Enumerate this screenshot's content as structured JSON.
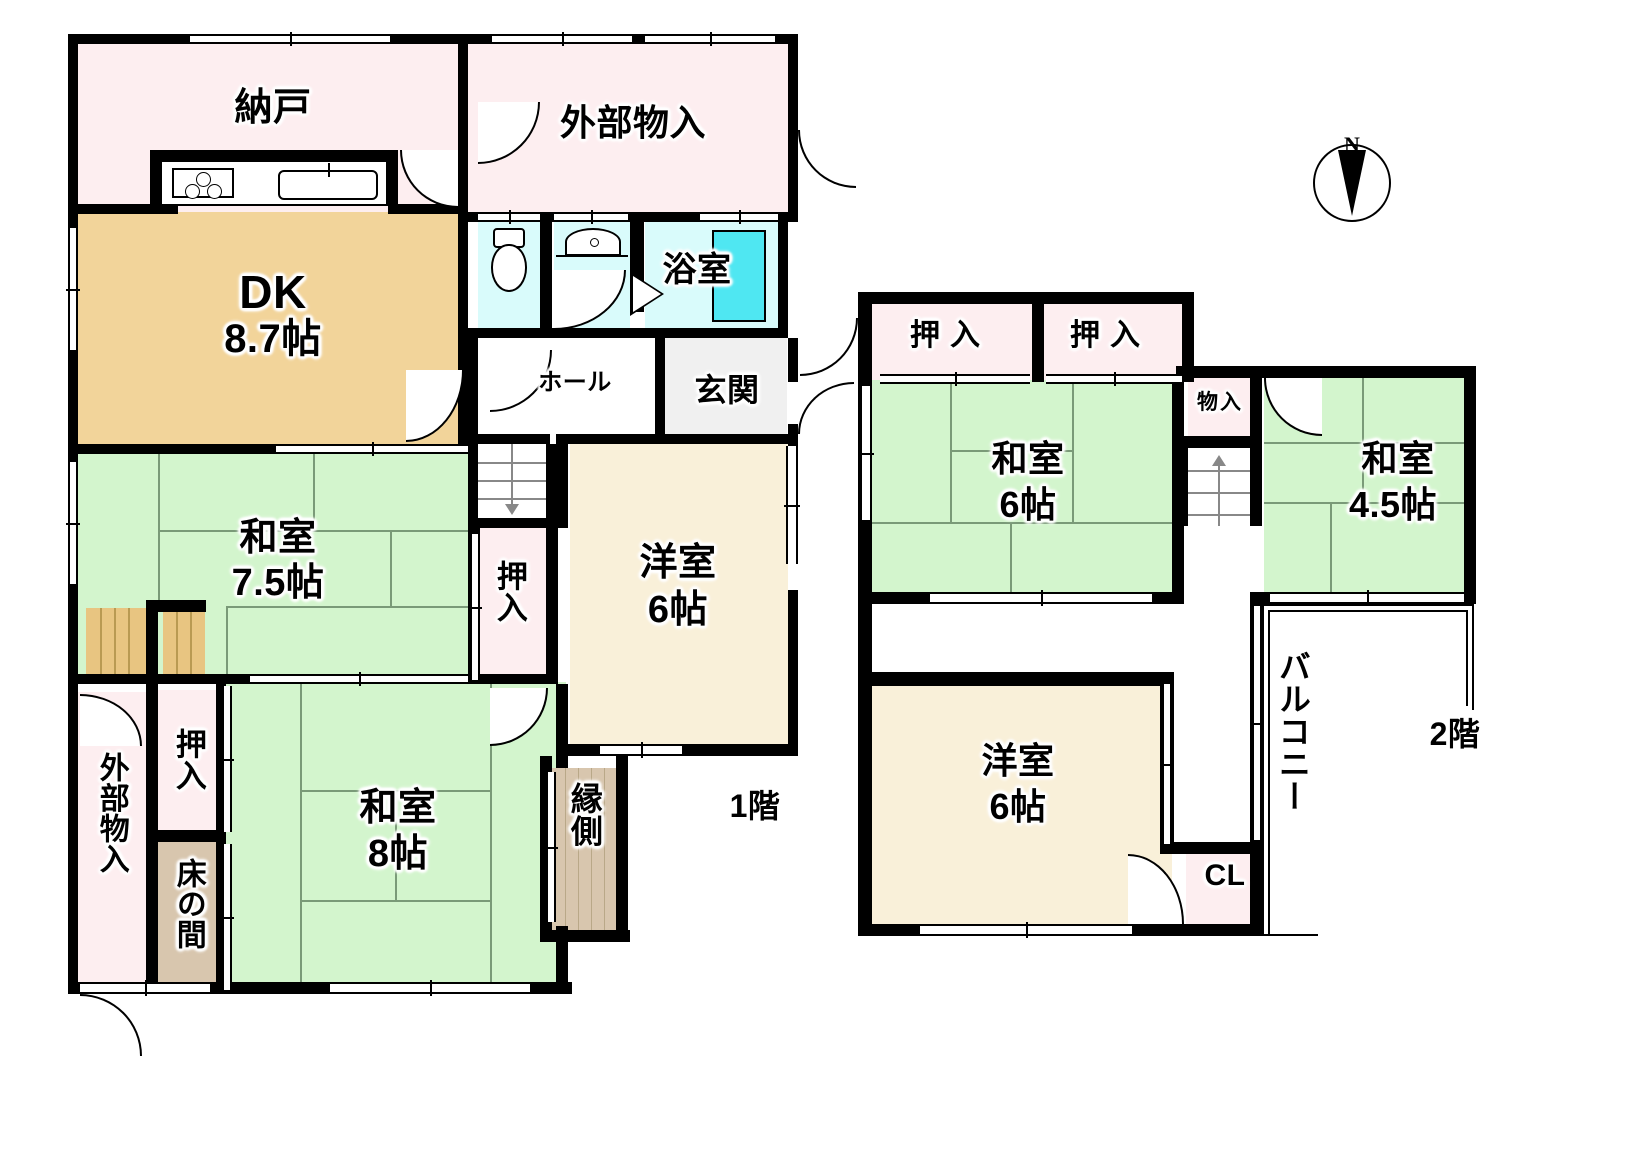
{
  "document": {
    "type": "floor-plan",
    "language": "ja",
    "floor_labels": {
      "first": "1階",
      "second": "2階"
    }
  },
  "compass": {
    "north_label": "N",
    "name": "north-arrow"
  },
  "colors": {
    "wall": "#000000",
    "washitsu_tatami": "#d3f5cd",
    "yoshitsu_floor": "#f9f0d9",
    "dk_floor": "#f2d49a",
    "closet_pink": "#fdeef0",
    "water_cyan": "#d9fbfb",
    "bathtub": "#4fe7f2",
    "tokonoma_tan": "#d8c6ae",
    "engawa_wood": "#d8c6ae",
    "genkan_tile": "#f0f0f0",
    "stair_wood": "#e8c581"
  },
  "floor1": {
    "label": "1階",
    "rooms": [
      {
        "id": "nando",
        "name": "納戸",
        "size": "",
        "kind": "storage"
      },
      {
        "id": "dk",
        "name": "DK",
        "size": "8.7帖",
        "kind": "dining-kitchen"
      },
      {
        "id": "gaibu-mono-1",
        "name": "外部物入",
        "size": "",
        "kind": "outdoor-storage"
      },
      {
        "id": "toilet",
        "name": "",
        "size": "",
        "kind": "toilet"
      },
      {
        "id": "washroom",
        "name": "",
        "size": "",
        "kind": "washroom"
      },
      {
        "id": "yokushitsu",
        "name": "浴室",
        "size": "",
        "kind": "bathroom"
      },
      {
        "id": "hall",
        "name": "ホール",
        "size": "",
        "kind": "hall"
      },
      {
        "id": "genkan",
        "name": "玄関",
        "size": "",
        "kind": "entrance"
      },
      {
        "id": "washitsu-75",
        "name": "和室",
        "size": "7.5帖",
        "kind": "japanese-room"
      },
      {
        "id": "yoshitsu-6",
        "name": "洋室",
        "size": "6帖",
        "kind": "western-room"
      },
      {
        "id": "oshiire-mid",
        "name": "押入",
        "size": "",
        "kind": "closet"
      },
      {
        "id": "washitsu-8",
        "name": "和室",
        "size": "8帖",
        "kind": "japanese-room"
      },
      {
        "id": "oshiire-left",
        "name": "押入",
        "size": "",
        "kind": "closet"
      },
      {
        "id": "tokonoma",
        "name": "床の間",
        "size": "",
        "kind": "alcove"
      },
      {
        "id": "gaibu-mono-2",
        "name": "外部物入",
        "size": "",
        "kind": "outdoor-storage"
      },
      {
        "id": "engawa",
        "name": "縁側",
        "size": "",
        "kind": "veranda"
      }
    ]
  },
  "floor2": {
    "label": "2階",
    "rooms": [
      {
        "id": "oshiire-a",
        "name": "押入",
        "size": "",
        "kind": "closet"
      },
      {
        "id": "oshiire-b",
        "name": "押入",
        "size": "",
        "kind": "closet"
      },
      {
        "id": "washitsu-6",
        "name": "和室",
        "size": "6帖",
        "kind": "japanese-room"
      },
      {
        "id": "mono-ire",
        "name": "物入",
        "size": "",
        "kind": "storage"
      },
      {
        "id": "washitsu-45",
        "name": "和室",
        "size": "4.5帖",
        "kind": "japanese-room"
      },
      {
        "id": "yoshitsu-6b",
        "name": "洋室",
        "size": "6帖",
        "kind": "western-room"
      },
      {
        "id": "cl",
        "name": "CL",
        "size": "",
        "kind": "closet"
      },
      {
        "id": "balcony",
        "name": "バルコニー",
        "size": "",
        "kind": "balcony"
      }
    ]
  },
  "labels": {
    "nando": "納戸",
    "dk_name": "DK",
    "dk_size": "8.7帖",
    "gaibu_mono_top": "外部物入",
    "yokushitsu": "浴室",
    "hall": "ホール",
    "genkan": "玄関",
    "washitsu_name": "和室",
    "washitsu75_size": "7.5帖",
    "washitsu8_size": "8帖",
    "yoshitsu_name": "洋室",
    "yoshitsu6_size": "6帖",
    "oshiire": "押入",
    "tokonoma": "床の間",
    "gaibu_mono_left": "外部物入",
    "engawa": "縁側",
    "floor1": "1階",
    "mono_ire": "物入",
    "washitsu45_size": "4.5帖",
    "washitsu6_size": "6帖",
    "cl": "CL",
    "balcony": "バルコニー",
    "floor2": "2階"
  }
}
